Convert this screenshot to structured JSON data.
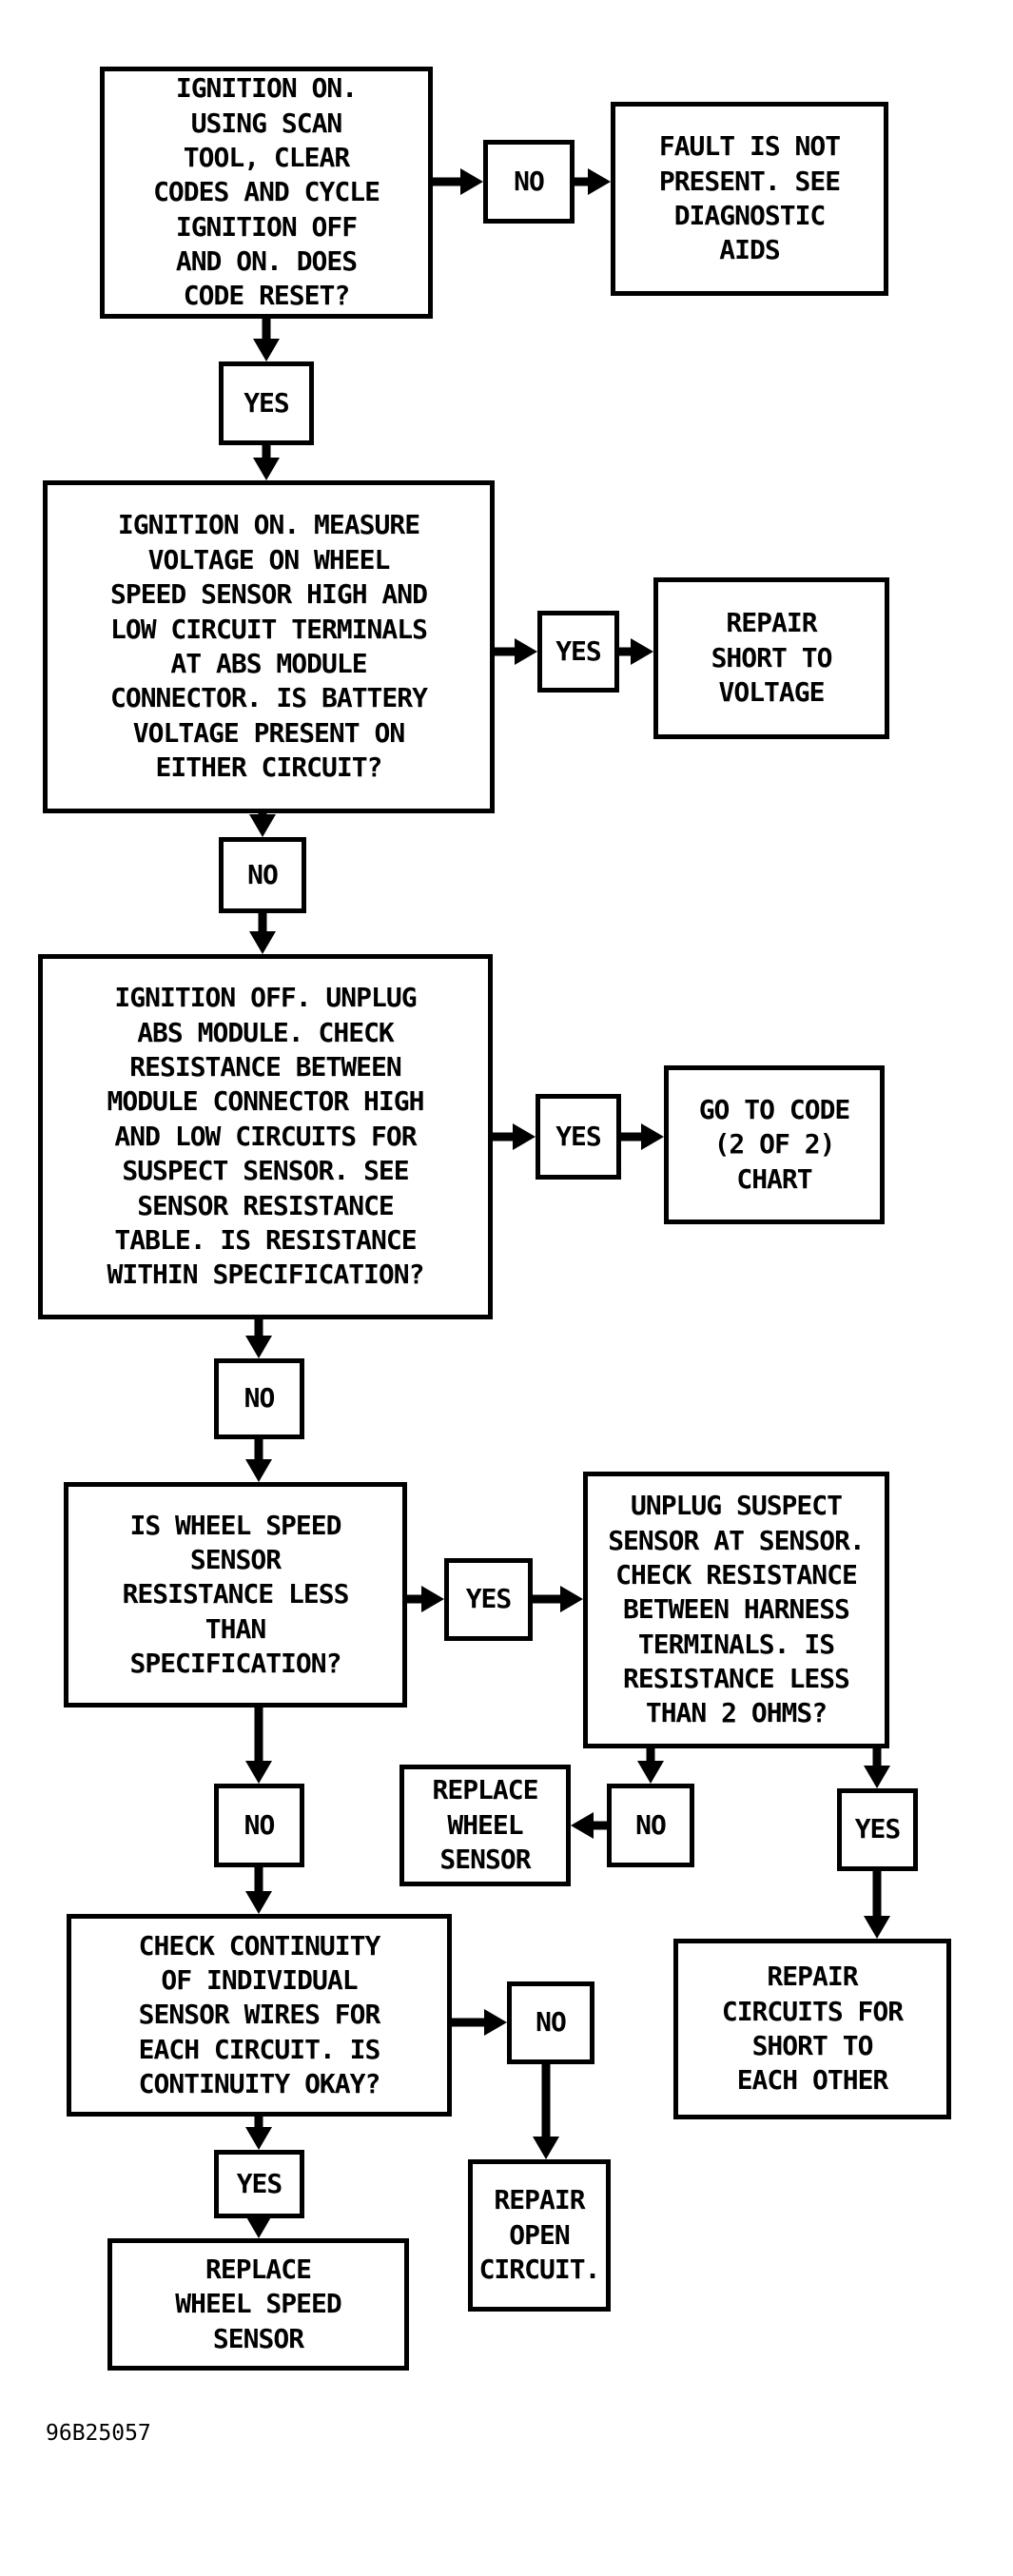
{
  "figure_code": "96B25057",
  "labels": {
    "yes": "YES",
    "no": "NO"
  },
  "colors": {
    "line": "#000000",
    "background": "#ffffff",
    "text": "#000000"
  },
  "nodes": {
    "q_code_reset": "IGNITION ON.\nUSING SCAN\nTOOL, CLEAR\nCODES AND CYCLE\nIGNITION OFF\nAND ON. DOES\nCODE RESET?",
    "fault_not_present": "FAULT IS NOT\nPRESENT. SEE\nDIAGNOSTIC\nAIDS",
    "q_battery_voltage": "IGNITION ON. MEASURE\nVOLTAGE ON WHEEL\nSPEED SENSOR HIGH AND\nLOW CIRCUIT TERMINALS\nAT ABS MODULE\nCONNECTOR. IS BATTERY\nVOLTAGE PRESENT ON\nEITHER CIRCUIT?",
    "repair_short_voltage": "REPAIR\nSHORT TO\nVOLTAGE",
    "q_resistance_spec": "IGNITION OFF. UNPLUG\nABS MODULE. CHECK\nRESISTANCE BETWEEN\nMODULE CONNECTOR HIGH\nAND LOW CIRCUITS FOR\nSUSPECT SENSOR. SEE\nSENSOR RESISTANCE\nTABLE. IS RESISTANCE\nWITHIN SPECIFICATION?",
    "goto_code_chart": "GO TO CODE\n(2 OF 2)\nCHART",
    "q_resistance_less": "IS WHEEL SPEED\nSENSOR\nRESISTANCE LESS\nTHAN\nSPECIFICATION?",
    "q_unplug_sensor": "UNPLUG SUSPECT\nSENSOR AT SENSOR.\nCHECK RESISTANCE\nBETWEEN HARNESS\nTERMINALS. IS\nRESISTANCE LESS\nTHAN 2 OHMS?",
    "replace_wheel_sensor": "REPLACE\nWHEEL\nSENSOR",
    "repair_circuits_short": "REPAIR\nCIRCUITS FOR\nSHORT TO\nEACH OTHER",
    "q_continuity": "CHECK CONTINUITY\nOF INDIVIDUAL\nSENSOR WIRES FOR\nEACH CIRCUIT. IS\nCONTINUITY OKAY?",
    "repair_open_circuit": "REPAIR\nOPEN\nCIRCUIT.",
    "replace_wheel_speed_sensor": "REPLACE\nWHEEL SPEED\nSENSOR"
  }
}
